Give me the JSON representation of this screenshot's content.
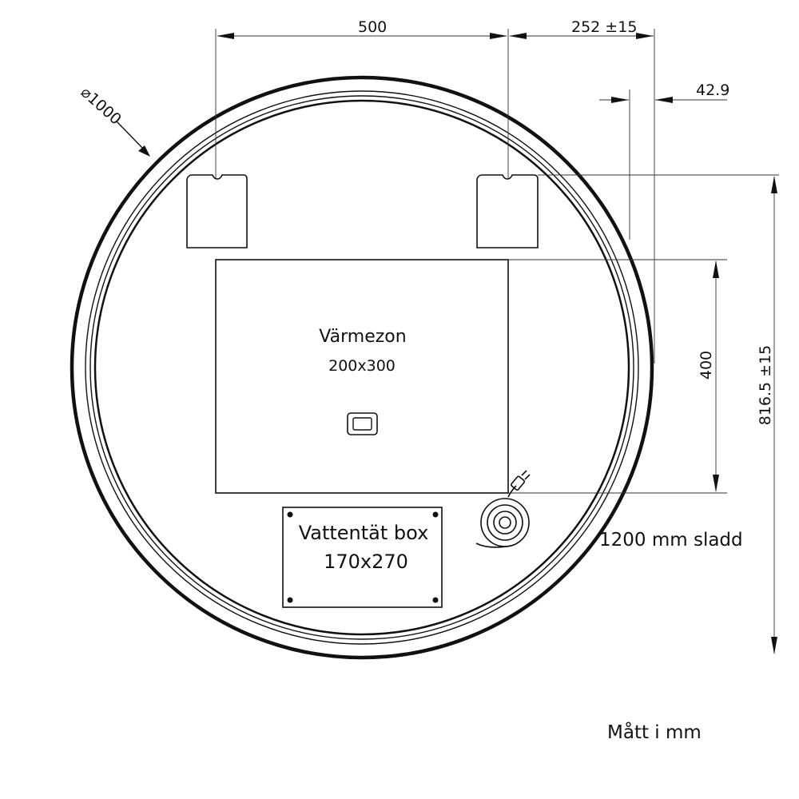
{
  "drawing": {
    "diameter_label": "⌀1000",
    "dim_top_width": "500",
    "dim_top_offset": "252 ±15",
    "dim_small": "42.9",
    "dim_height_zone": "400",
    "dim_total_height": "816.5 ±15",
    "heat_zone_title": "Värmezon",
    "heat_zone_size": "200x300",
    "box_title": "Vattentät box",
    "box_size": "170x270",
    "cable_label": "1200 mm sladd",
    "units_note": "Mått i mm"
  },
  "colors": {
    "line": "#111111",
    "background": "#ffffff"
  }
}
